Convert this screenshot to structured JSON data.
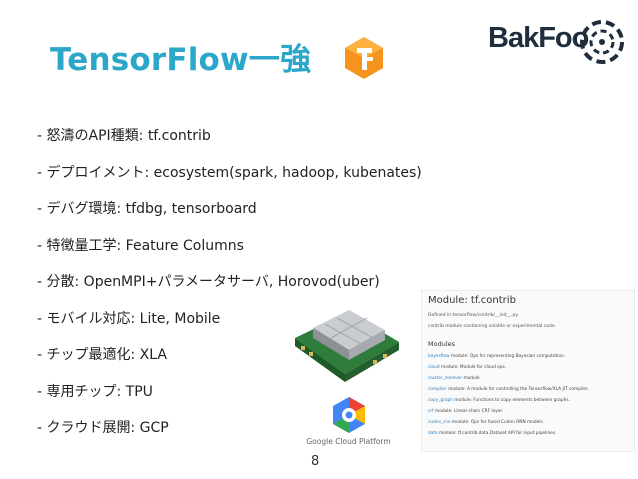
{
  "slide": {
    "title": "TensorFlow一強",
    "brand": "BakFoo",
    "bullets": [
      "- 怒濤のAPI種類: tf.contrib",
      "- デプロイメント: ecosystem(spark, hadoop, kubenates)",
      "- デバグ環境: tfdbg, tensorboard",
      "- 特徴量工学: Feature Columns",
      "- 分散: OpenMPI+パラメータサーバ, Horovod(uber)",
      "- モバイル対応: Lite, Mobile",
      "- チップ最適化: XLA",
      "- 専用チップ: TPU",
      "- クラウド展開: GCP"
    ],
    "page_number": "8"
  },
  "gcp": {
    "label": "Google Cloud Platform"
  },
  "doc": {
    "title": "Module: tf.contrib",
    "defined_in": "Defined in tensorflow/contrib/__init__.py.",
    "description": "contrib module containing volatile or experimental code.",
    "modules_heading": "Modules",
    "modules": [
      {
        "name": "bayesflow",
        "desc": "module: Ops for representing Bayesian computation."
      },
      {
        "name": "cloud",
        "desc": "module: Module for cloud ops."
      },
      {
        "name": "cluster_resolver",
        "desc": "module"
      },
      {
        "name": "compiler",
        "desc": "module: A module for controlling the Tensorflow/XLA JIT compiler."
      },
      {
        "name": "copy_graph",
        "desc": "module: Functions to copy elements between graphs."
      },
      {
        "name": "crf",
        "desc": "module: Linear-chain CRF layer."
      },
      {
        "name": "cudnn_rnn",
        "desc": "module: Ops for fused Cudnn RNN models."
      },
      {
        "name": "data",
        "desc": "module: tf.contrib.data.Dataset API for input pipelines."
      }
    ]
  },
  "colors": {
    "title": "#2aa7c9",
    "tf_orange": "#f6921e",
    "link_blue": "#2a7fc1"
  },
  "icons": [
    "tensorflow-logo-icon",
    "bakfoo-logo-icon",
    "tpu-chip-image",
    "google-cloud-icon"
  ]
}
